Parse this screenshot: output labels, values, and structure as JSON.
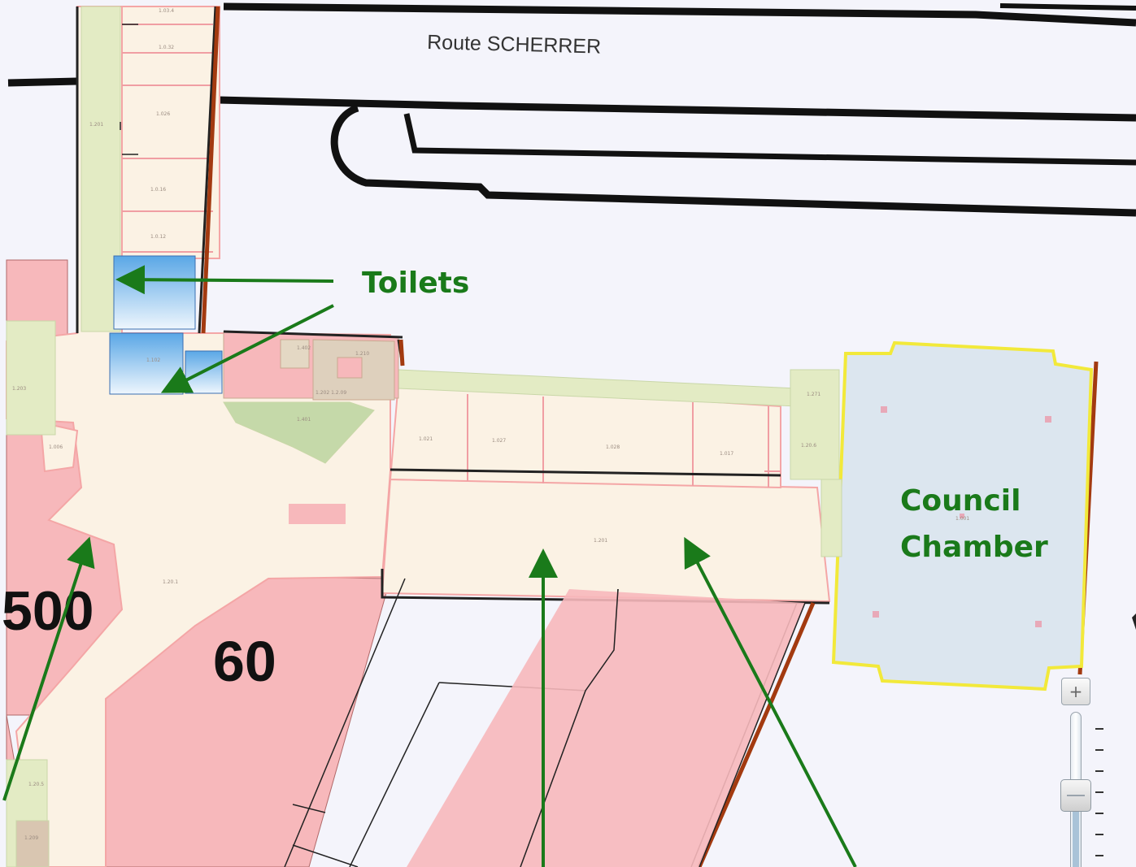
{
  "map": {
    "road_label": "Route SCHERRER",
    "building_labels": [
      "500",
      "60"
    ]
  },
  "annotations": {
    "toilets": "Toilets",
    "council_line1": "Council",
    "council_line2": "Chamber"
  },
  "zoom_control": {
    "zoom_in_symbol": "+",
    "level_fraction": 0.55
  },
  "colors": {
    "annotation_green": "#1a7a1a",
    "building_pink": "#f7b8bb",
    "corridor_cream": "#fbf2e4",
    "toilet_blue": "#7fbde9",
    "council_highlight": "#f2e93a",
    "council_fill": "#dce6ef"
  },
  "icons": {
    "zoom_in": "plus-icon",
    "zoom_slider": "slider-thumb"
  }
}
